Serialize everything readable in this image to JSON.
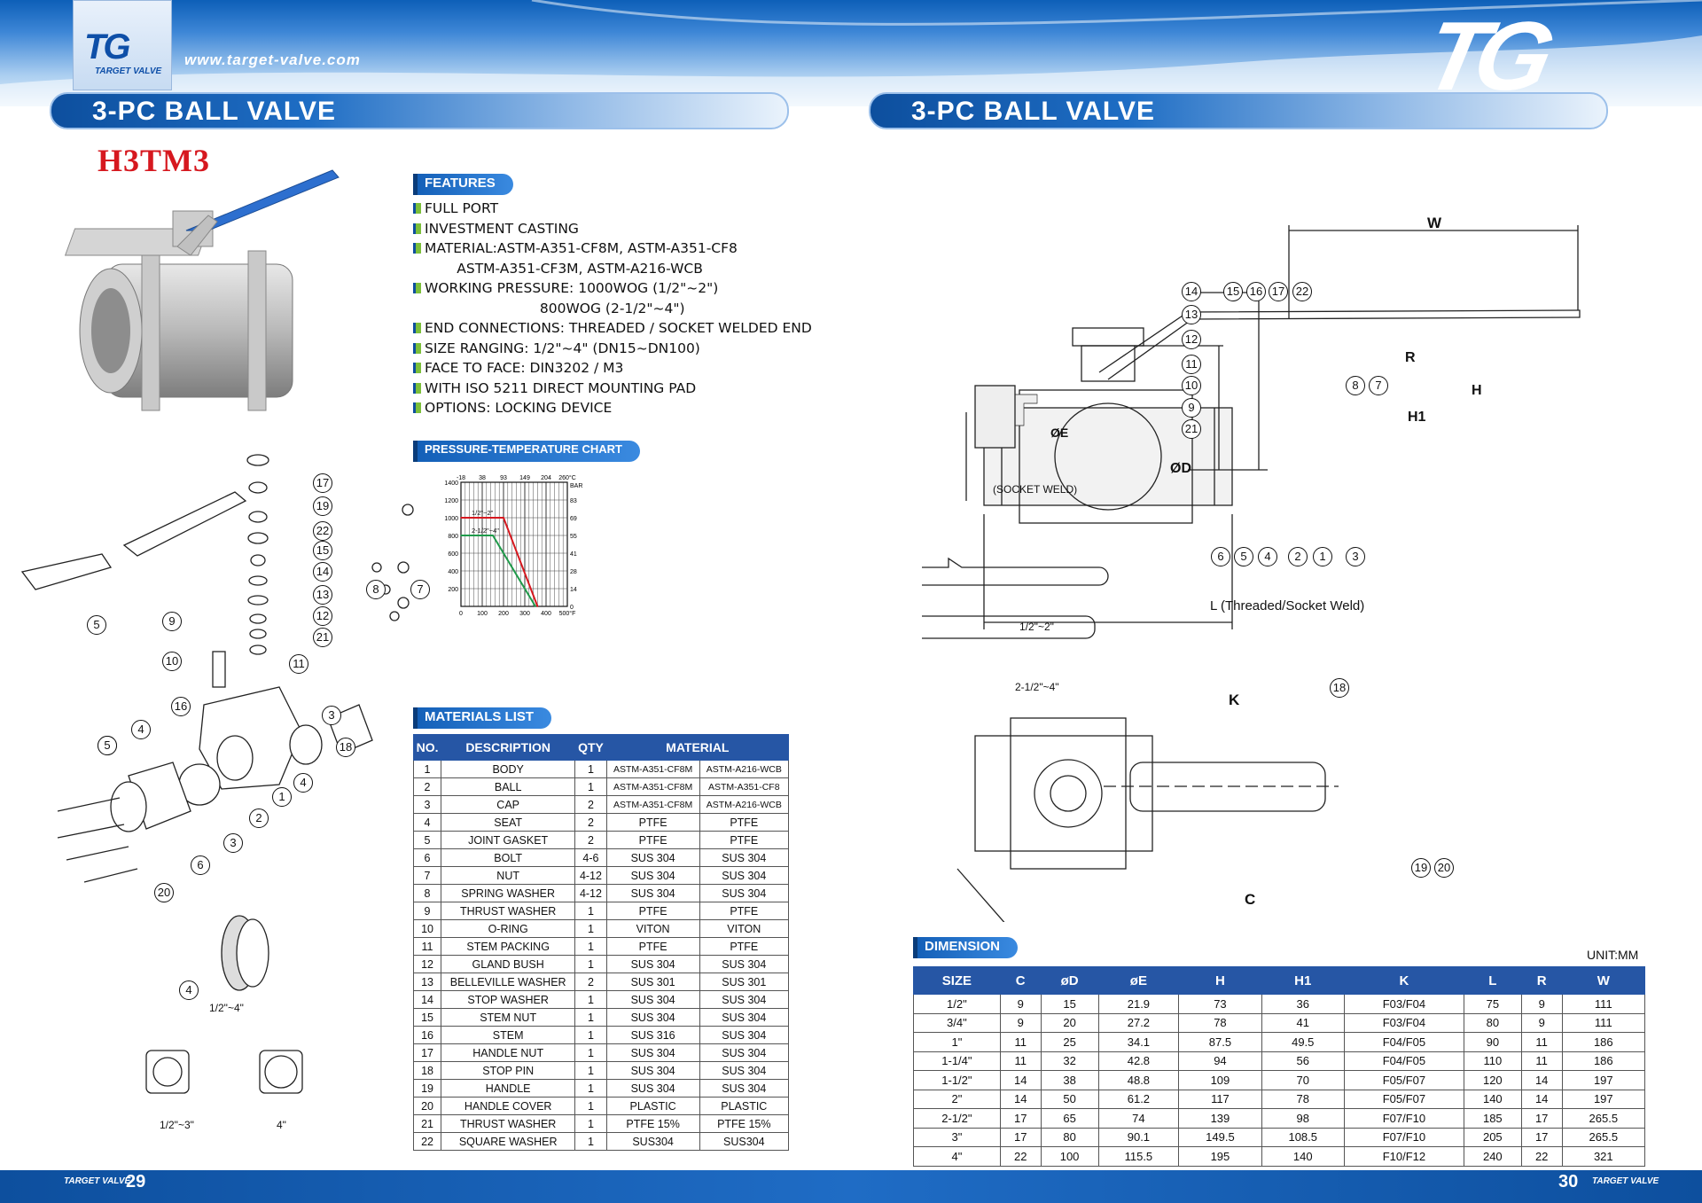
{
  "header": {
    "logo_text": "TG",
    "logo_sub": "TARGET VALVE",
    "website": "www.target-valve.com",
    "brand_mark": "TG"
  },
  "left_page": {
    "title": "3-PC BALL VALVE",
    "model": "H3TM3",
    "features_label": "FEATURES",
    "features": [
      "FULL PORT",
      "INVESTMENT CASTING",
      "MATERIAL:ASTM-A351-CF8M, ASTM-A351-CF8",
      "          ASTM-A351-CF3M, ASTM-A216-WCB",
      "WORKING PRESSURE: 1000WOG (1/2\"~2\")",
      "                             800WOG (2-1/2\"~4\")",
      "END CONNECTIONS: THREADED / SOCKET WELDED END",
      "SIZE RANGING: 1/2\"~4\" (DN15~DN100)",
      "FACE TO FACE: DIN3202 / M3",
      "WITH ISO 5211 DIRECT MOUNTING PAD",
      "OPTIONS: LOCKING DEVICE"
    ],
    "pt_chart_label": "PRESSURE-TEMPERATURE CHART",
    "materials_label": "MATERIALS LIST",
    "materials_headers": [
      "NO.",
      "DESCRIPTION",
      "QTY",
      "MATERIAL"
    ],
    "materials_rows": [
      [
        "1",
        "BODY",
        "1",
        "ASTM-A351-CF8M",
        "ASTM-A216-WCB"
      ],
      [
        "2",
        "BALL",
        "1",
        "ASTM-A351-CF8M",
        "ASTM-A351-CF8"
      ],
      [
        "3",
        "CAP",
        "2",
        "ASTM-A351-CF8M",
        "ASTM-A216-WCB"
      ],
      [
        "4",
        "SEAT",
        "2",
        "PTFE",
        "PTFE"
      ],
      [
        "5",
        "JOINT GASKET",
        "2",
        "PTFE",
        "PTFE"
      ],
      [
        "6",
        "BOLT",
        "4-6",
        "SUS 304",
        "SUS 304"
      ],
      [
        "7",
        "NUT",
        "4-12",
        "SUS 304",
        "SUS 304"
      ],
      [
        "8",
        "SPRING WASHER",
        "4-12",
        "SUS 304",
        "SUS 304"
      ],
      [
        "9",
        "THRUST WASHER",
        "1",
        "PTFE",
        "PTFE"
      ],
      [
        "10",
        "O-RING",
        "1",
        "VITON",
        "VITON"
      ],
      [
        "11",
        "STEM PACKING",
        "1",
        "PTFE",
        "PTFE"
      ],
      [
        "12",
        "GLAND BUSH",
        "1",
        "SUS 304",
        "SUS 304"
      ],
      [
        "13",
        "BELLEVILLE WASHER",
        "2",
        "SUS 301",
        "SUS 301"
      ],
      [
        "14",
        "STOP WASHER",
        "1",
        "SUS 304",
        "SUS 304"
      ],
      [
        "15",
        "STEM NUT",
        "1",
        "SUS 304",
        "SUS 304"
      ],
      [
        "16",
        "STEM",
        "1",
        "SUS 316",
        "SUS 304"
      ],
      [
        "17",
        "HANDLE NUT",
        "1",
        "SUS 304",
        "SUS 304"
      ],
      [
        "18",
        "STOP PIN",
        "1",
        "SUS 304",
        "SUS 304"
      ],
      [
        "19",
        "HANDLE",
        "1",
        "SUS 304",
        "SUS 304"
      ],
      [
        "20",
        "HANDLE COVER",
        "1",
        "PLASTIC",
        "PLASTIC"
      ],
      [
        "21",
        "THRUST WASHER",
        "1",
        "PTFE 15%",
        "PTFE 15%"
      ],
      [
        "22",
        "SQUARE  WASHER",
        "1",
        "SUS304",
        "SUS304"
      ]
    ],
    "explode_labels": {
      "seal_size": "1/2\"~4\"",
      "cap_small": "1/2\"~3\"",
      "cap_large": "4\""
    },
    "page_number": "29",
    "footer_brand": "TARGET VALVE"
  },
  "right_page": {
    "title": "3-PC BALL VALVE",
    "socket_weld_label": "(SOCKET WELD)",
    "handle_small": "1/2\"~2\"",
    "handle_large": "2-1/2\"~4\"",
    "dim_letters": {
      "W": "W",
      "R": "R",
      "H": "H",
      "H1": "H1",
      "D": "ØD",
      "E": "ØE",
      "L": "L (Threaded/Socket Weld)",
      "K": "K",
      "C": "C"
    },
    "dimension_label": "DIMENSION",
    "unit": "UNIT:MM",
    "dimension_headers": [
      "SIZE",
      "C",
      "øD",
      "øE",
      "H",
      "H1",
      "K",
      "L",
      "R",
      "W"
    ],
    "dimension_rows": [
      [
        "1/2\"",
        "9",
        "15",
        "21.9",
        "73",
        "36",
        "F03/F04",
        "75",
        "9",
        "111"
      ],
      [
        "3/4\"",
        "9",
        "20",
        "27.2",
        "78",
        "41",
        "F03/F04",
        "80",
        "9",
        "111"
      ],
      [
        "1\"",
        "11",
        "25",
        "34.1",
        "87.5",
        "49.5",
        "F04/F05",
        "90",
        "11",
        "186"
      ],
      [
        "1-1/4\"",
        "11",
        "32",
        "42.8",
        "94",
        "56",
        "F04/F05",
        "110",
        "11",
        "186"
      ],
      [
        "1-1/2\"",
        "14",
        "38",
        "48.8",
        "109",
        "70",
        "F05/F07",
        "120",
        "14",
        "197"
      ],
      [
        "2\"",
        "14",
        "50",
        "61.2",
        "117",
        "78",
        "F05/F07",
        "140",
        "14",
        "197"
      ],
      [
        "2-1/2\"",
        "17",
        "65",
        "74",
        "139",
        "98",
        "F07/F10",
        "185",
        "17",
        "265.5"
      ],
      [
        "3\"",
        "17",
        "80",
        "90.1",
        "149.5",
        "108.5",
        "F07/F10",
        "205",
        "17",
        "265.5"
      ],
      [
        "4\"",
        "22",
        "100",
        "115.5",
        "195",
        "140",
        "F10/F12",
        "240",
        "22",
        "321"
      ]
    ],
    "page_number": "30",
    "footer_brand": "TARGET VALVE"
  },
  "chart_data": {
    "type": "line",
    "title": "",
    "x_bottom_ticks": [
      "0",
      "100",
      "200",
      "300",
      "400",
      "500°F"
    ],
    "x_top_ticks": [
      "-18",
      "38",
      "93",
      "149",
      "204",
      "260°C"
    ],
    "y_left_ticks": [
      "200",
      "400",
      "600",
      "800",
      "1000",
      "1200",
      "1400"
    ],
    "y_right_ticks": [
      "0",
      "14",
      "28",
      "41",
      "55",
      "69",
      "83",
      "BAR"
    ],
    "xlim": [
      0,
      500
    ],
    "ylim": [
      0,
      1400
    ],
    "grid": true,
    "series": [
      {
        "name": "1/2\"~2\"",
        "color": "#d6181f",
        "x": [
          0,
          200,
          360
        ],
        "y": [
          1000,
          1000,
          0
        ]
      },
      {
        "name": "2-1/2\"~4\"",
        "color": "#1f9a4a",
        "x": [
          0,
          150,
          350
        ],
        "y": [
          800,
          800,
          0
        ]
      }
    ]
  },
  "colors": {
    "brand_blue": "#0d4f9e",
    "table_header": "#2656a5",
    "model_red": "#d6181f"
  },
  "callouts_left": [
    "17",
    "19",
    "22",
    "15",
    "14",
    "13",
    "12",
    "21",
    "11",
    "8",
    "7",
    "9",
    "10",
    "16",
    "4",
    "5",
    "3",
    "18",
    "2",
    "1",
    "4",
    "5",
    "3",
    "6",
    "20",
    "5",
    "4"
  ],
  "callouts_right_side": [
    "14",
    "15",
    "16",
    "17",
    "22",
    "13",
    "12",
    "11",
    "10",
    "9",
    "21",
    "8",
    "7",
    "6",
    "5",
    "4",
    "2",
    "1",
    "3"
  ],
  "callouts_right_top": [
    "18",
    "19",
    "20"
  ]
}
